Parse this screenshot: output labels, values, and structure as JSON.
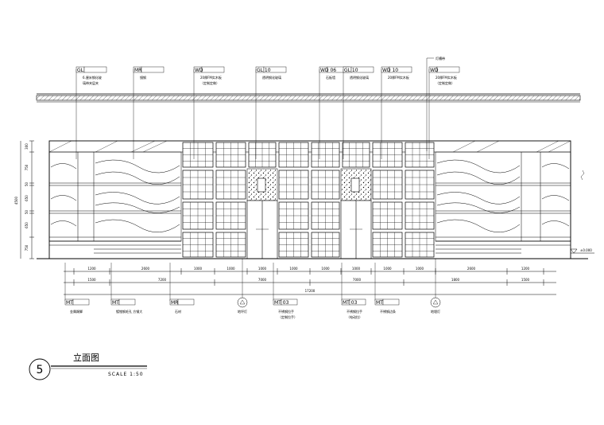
{
  "top_tags": [
    {
      "code": "GL",
      "note1": "6.厘米钢化玻",
      "note2": "璃带夹层夹"
    },
    {
      "code": "MR",
      "note1": "镜钢",
      "note2": ""
    },
    {
      "code": "WD",
      "note1": "20厚FM实木板",
      "note2": "（定制定做）"
    },
    {
      "code": "GL 10",
      "note1": "透明钢化玻璃",
      "note2": ""
    },
    {
      "code": "WD 06",
      "note1": "石板墙",
      "note2": ""
    },
    {
      "code": "GL 10",
      "note1": "透明钢化玻璃",
      "note2": ""
    },
    {
      "code": "WD 10",
      "note1": "20厚FM实木板",
      "note2": ""
    },
    {
      "code": "WD",
      "note1": "20厚FM实木板",
      "note2": "（定制定做）"
    }
  ],
  "top_extra_note": "灯槽带",
  "left_dims": [
    "300",
    "750",
    "50",
    "650",
    "50",
    "650",
    "750"
  ],
  "left_total": "4500",
  "right_level": "±0.000",
  "bottom_dims_row1": [
    "1200",
    "2600",
    "1000",
    "1000",
    "1000",
    "1000",
    "1000",
    "1000",
    "1000",
    "1000",
    "2600",
    "1200"
  ],
  "bottom_dims_row2": [
    "1500",
    "7200",
    "7000",
    "7000",
    "1800",
    "1500"
  ],
  "bottom_total": "17200",
  "bottom_tags": [
    {
      "code": "MT",
      "note": "金属踢脚"
    },
    {
      "code": "MT",
      "note": "镀铬钢毛孔 方钢大"
    },
    {
      "code": "MR",
      "note": "石材"
    },
    {
      "code": "MT 03",
      "note": "不锈钢拉手",
      "note2": "（定制拉手）"
    },
    {
      "code": "MT 03",
      "note": "不锈钢拉手",
      "note2": "（电动拉）"
    },
    {
      "code": "MT",
      "note": "不锈钢边条"
    }
  ],
  "bottom_circle_notes": [
    "地坪灯",
    "地埋灯"
  ],
  "title_block": {
    "number": "5",
    "title": "立面图",
    "scale": "SCALE  1:50"
  }
}
